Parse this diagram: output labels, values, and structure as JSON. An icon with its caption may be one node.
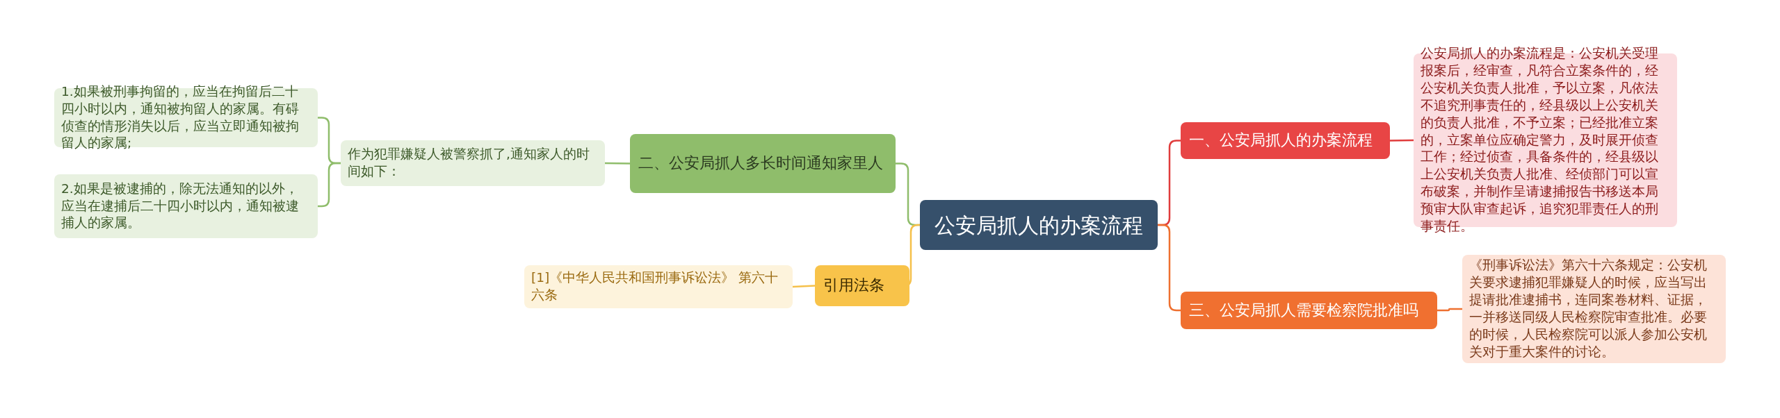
{
  "diagram": {
    "nodes": [
      {
        "text": [
          "公安局抓人的办案流程"
        ]
      },
      {
        "text": [
          "二、公安局抓人多长时间通知家里人"
        ]
      },
      {
        "text": [
          "作为犯罪嫌疑人被警察抓了,通知家人的时间如下："
        ]
      },
      {
        "text": [
          "1.如果被刑事拘留的，应当在拘留后二十四小时以内，通知被拘留人的家属。有碍侦查的情形消失以后，应当立即通知被拘留人的家属;"
        ]
      },
      {
        "text": [
          "2.如果是被逮捕的，除无法通知的以外，应当在逮捕后二十四小时以内，通知被逮捕人的家属。"
        ]
      },
      {
        "text": [
          "引用法条"
        ]
      },
      {
        "text": [
          "[1]《中华人民共和国刑事诉讼法》 第六十六条"
        ]
      },
      {
        "text": [
          "一、公安局抓人的办案流程"
        ]
      },
      {
        "text": [
          "公安局抓人的办案流程是：公安机关受理报案后，经审查，凡符合立案条件的，经公安机关负责人批准，予以立案，凡依法不追究刑事责任的，经县级以上公安机关的负责人批准，不予立案；已经批准立案的，立案单位应确定警力，及时展开侦查工作；经过侦查，具备条件的，经县级以上公安机关负责人批准、经侦部门可以宣布破案，并制作呈请逮捕报告书移送本局预审大队审查起诉，追究犯罪责任人的刑事责任。"
        ]
      },
      {
        "text": [
          "三、公安局抓人需要检察院批准吗"
        ]
      },
      {
        "text": [
          "《刑事诉讼法》第六十六条规定：公安机关要求逮捕犯罪嫌疑人的时候，应当写出提请批准逮捕书，连同案卷材料、证据，一并移送同级人民检察院审查批准。必要的时候，人民检察院可以派人参加公安机关对于重大案件的讨论。"
        ]
      }
    ],
    "edges": [
      {
        "from": 0,
        "to": 1,
        "arrow": "none",
        "color": "#8fbd6b"
      },
      {
        "from": 1,
        "to": 2,
        "arrow": "none",
        "color": "#8fbd6b"
      },
      {
        "from": 2,
        "to": 3,
        "arrow": "none",
        "color": "#8fbd6b"
      },
      {
        "from": 2,
        "to": 4,
        "arrow": "none",
        "color": "#8fbd6b"
      },
      {
        "from": 0,
        "to": 5,
        "arrow": "none",
        "color": "#f5c04a"
      },
      {
        "from": 5,
        "to": 6,
        "arrow": "none",
        "color": "#f5c04a"
      },
      {
        "from": 0,
        "to": 7,
        "arrow": "none",
        "color": "#e03c3c"
      },
      {
        "from": 7,
        "to": 8,
        "arrow": "none",
        "color": "#e03c3c"
      },
      {
        "from": 0,
        "to": 9,
        "arrow": "none",
        "color": "#ee7030"
      },
      {
        "from": 9,
        "to": 10,
        "arrow": "none",
        "color": "#ee7030"
      }
    ]
  }
}
